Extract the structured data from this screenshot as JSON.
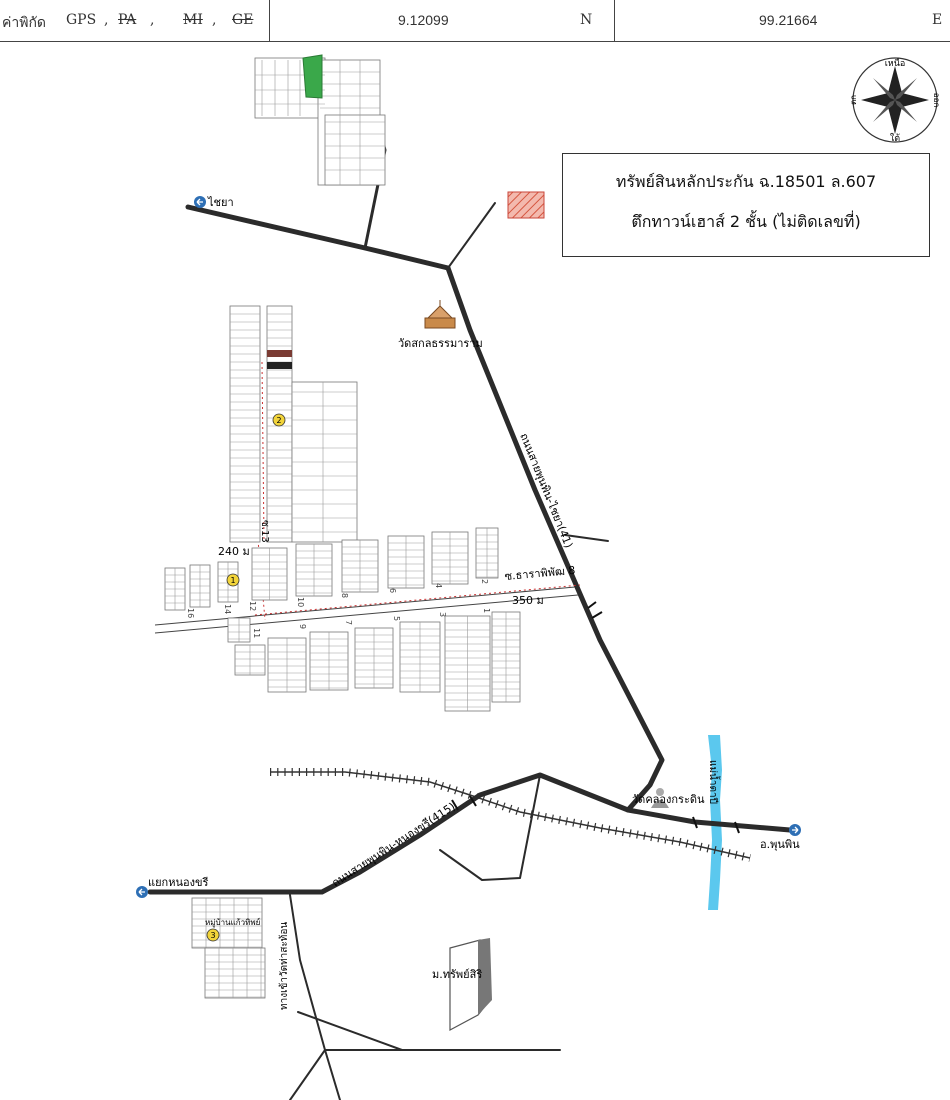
{
  "header": {
    "coord_label": "ค่าพิกัด",
    "gps_label": "GPS",
    "sep1": ",",
    "pa_label": "PA",
    "sep2": ",",
    "mi_label": "MI",
    "sep3": ",",
    "ge_label": "GE",
    "latitude": "9.12099",
    "lat_dir": "N",
    "longitude": "99.21664",
    "lon_dir": "E"
  },
  "info_box": {
    "line1": "ทรัพย์สินหลักประกัน ฉ.18501 ล.607",
    "line2": "ตึกทาวน์เฮาส์ 2 ชั้น (ไม่ติดเลขที่)"
  },
  "compass": {
    "north": "เหนือ",
    "south": "ใต้",
    "east": "ออก",
    "west": "ตก"
  },
  "map_labels": {
    "chaiya": "ไชยา",
    "wat_sakon": "วัดสกลธรรมาราม",
    "road_phunphin_chaiya": "ถนนสายพุนพิน-ไชยา(41)",
    "soi_tharaphiphat_8": "ซ.ธาราพิพัฒ 8",
    "dist_240": "240 ม",
    "dist_350": "350 ม",
    "soi_13": "ซ.13",
    "soi_2": "2",
    "soi_4": "4",
    "soi_6": "6",
    "soi_8": "8",
    "soi_10": "10",
    "soi_12": "12",
    "soi_14": "14",
    "soi_16": "16",
    "soi_1": "1",
    "soi_3": "3",
    "soi_5": "5",
    "soi_7": "7",
    "soi_9": "9",
    "soi_11": "11",
    "wat_tha_kradan": "วัดคลองกระดิน",
    "tapi_river": "แม่น้ำตาปี",
    "amphoe_phunphin": "อ.พุนพิน",
    "road_phunphin_nongkhri": "ถนนสายพุนพิน-หนองขรี(415)",
    "yaek_nongkhri": "แยกหนองขรี",
    "wat_road": "ทางเข้าวัดท่าสะท้อน",
    "moo_sapsiri": "ม.ทรัพย์สิริ",
    "village_label": "หมู่บ้านแก้วทิพย์",
    "marker_1": "1",
    "marker_2": "2",
    "marker_3": "3"
  },
  "colors": {
    "road": "#2b2b2b",
    "river": "#5bc8ee",
    "target_hatch": "#e2705f",
    "park_green": "#3aa84a",
    "marker_yellow": "#f2d43a",
    "exit_blue": "#2e6fb5"
  }
}
